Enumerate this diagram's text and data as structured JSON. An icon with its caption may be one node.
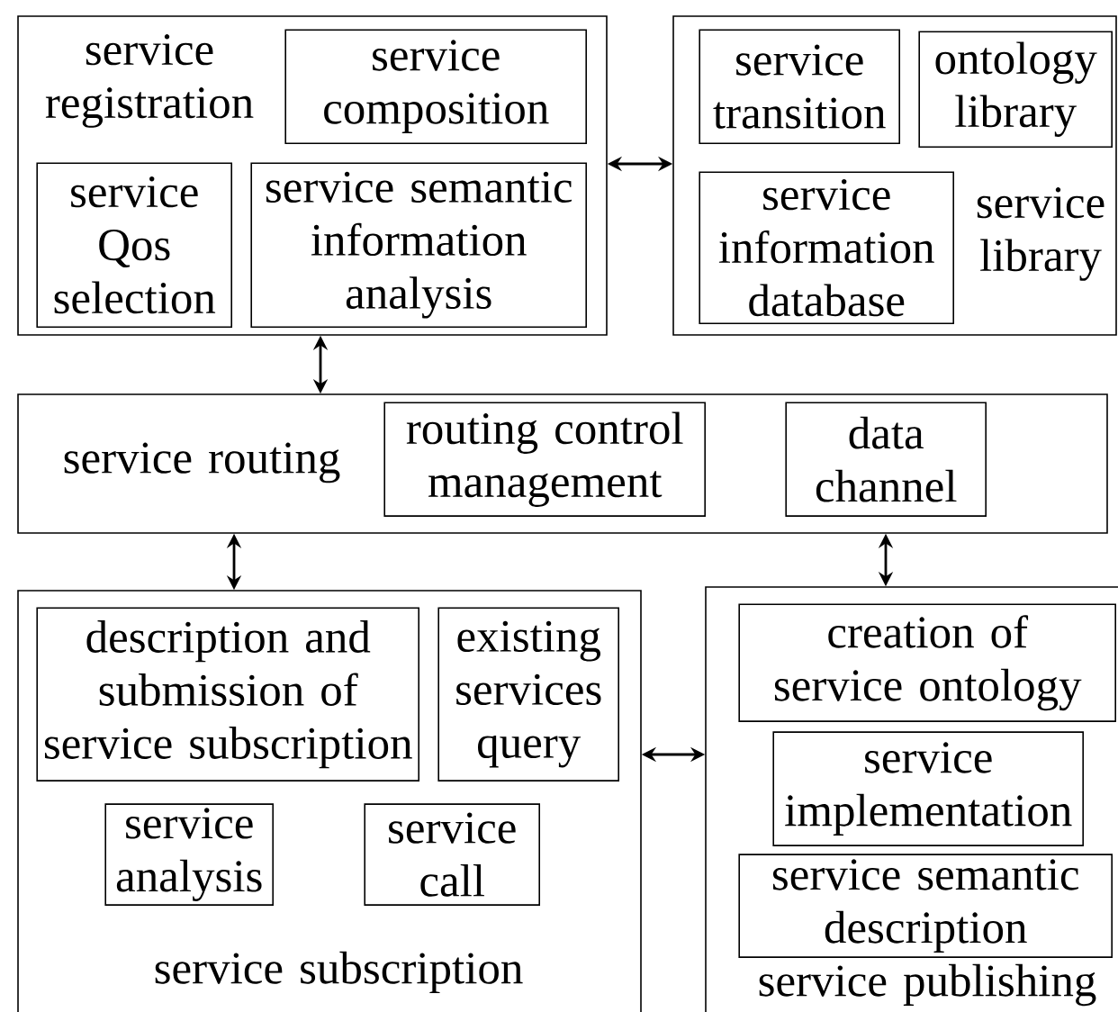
{
  "diagram": {
    "nodes": [
      {
        "text": [
          "service registration"
        ]
      },
      {
        "text": [
          "service composition"
        ],
        "in": 0
      },
      {
        "text": [
          "service Qos selection"
        ],
        "in": 0
      },
      {
        "text": [
          "service semantic information analysis"
        ],
        "in": 0
      },
      {
        "text": [
          "service library"
        ]
      },
      {
        "text": [
          "service transition"
        ],
        "in": 4
      },
      {
        "text": [
          "ontology library"
        ],
        "in": 4
      },
      {
        "text": [
          "service information database"
        ],
        "in": 4
      },
      {
        "text": [
          "service routing"
        ]
      },
      {
        "text": [
          "routing control management"
        ],
        "in": 8
      },
      {
        "text": [
          "data channel"
        ],
        "in": 8
      },
      {
        "text": [
          "service subscription"
        ]
      },
      {
        "text": [
          "description and submission of service subscription"
        ],
        "in": 11
      },
      {
        "text": [
          "existing services query"
        ],
        "in": 11
      },
      {
        "text": [
          "service analysis"
        ],
        "in": 11
      },
      {
        "text": [
          "service call"
        ],
        "in": 11
      },
      {
        "text": [
          "service publishing"
        ]
      },
      {
        "text": [
          "creation of service ontology"
        ],
        "in": 16
      },
      {
        "text": [
          "service implementation"
        ],
        "in": 16
      },
      {
        "text": [
          "service semantic description"
        ],
        "in": 16
      }
    ],
    "edges": [
      {
        "from": 0,
        "to": 4,
        "arrow": "both"
      },
      {
        "from": 0,
        "to": 8,
        "arrow": "both"
      },
      {
        "from": 8,
        "to": 11,
        "arrow": "both"
      },
      {
        "from": 8,
        "to": 16,
        "arrow": "both"
      },
      {
        "from": 11,
        "to": 16,
        "arrow": "both"
      }
    ]
  }
}
